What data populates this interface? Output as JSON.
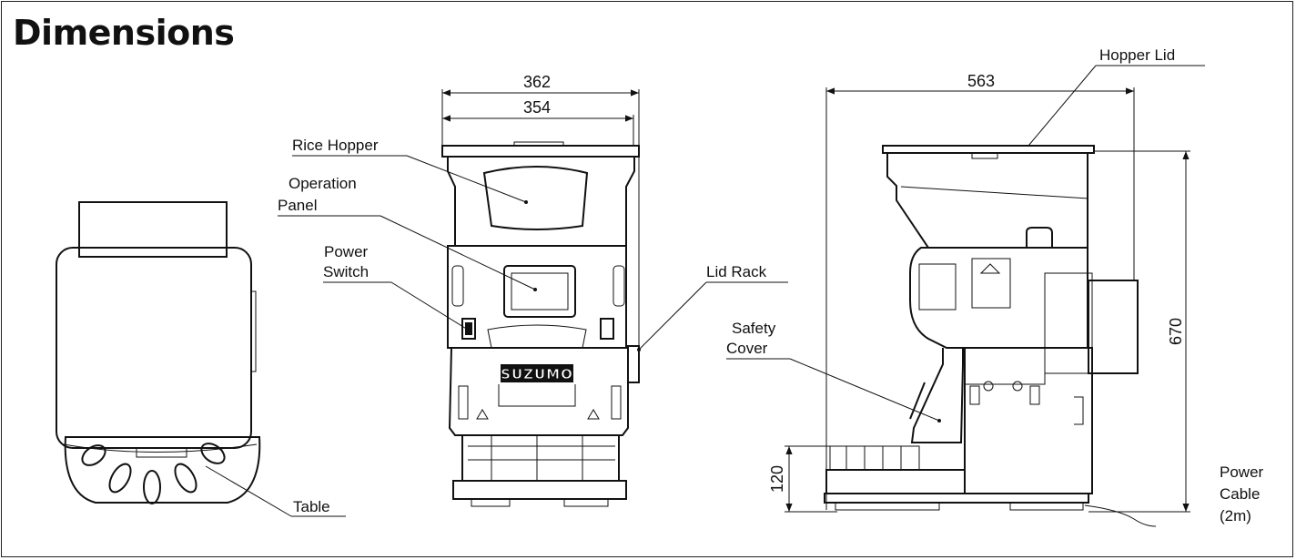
{
  "title": "Dimensions",
  "labels": {
    "rice_hopper": "Rice Hopper",
    "operation_panel_1": "Operation",
    "operation_panel_2": "Panel",
    "power_switch_1": "Power",
    "power_switch_2": "Switch",
    "lid_rack": "Lid Rack",
    "hopper_lid": "Hopper Lid",
    "safety_cover_1": "Safety",
    "safety_cover_2": "Cover",
    "table": "Table",
    "power_cable_1": "Power",
    "power_cable_2": "Cable",
    "power_cable_3": "(2m)",
    "logo": "SUZUMO"
  },
  "dimensions": {
    "front_overall_width": "362",
    "front_body_width": "354",
    "side_depth": "563",
    "side_height": "670",
    "table_height": "120"
  }
}
